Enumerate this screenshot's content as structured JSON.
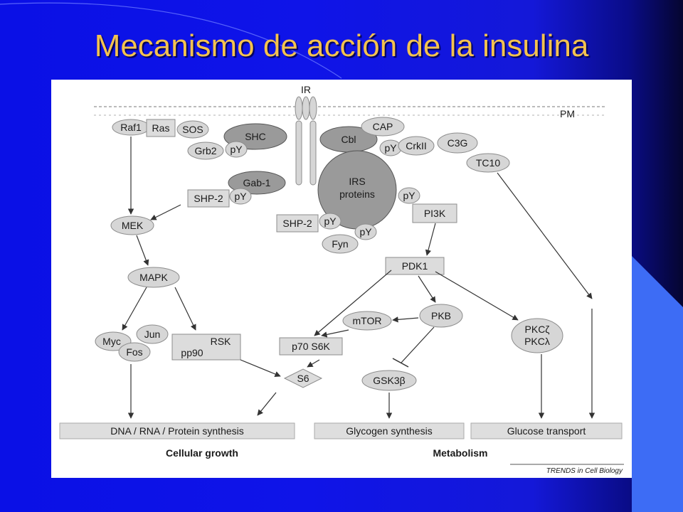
{
  "slide": {
    "title": "Mecanismo de acción de la insulina"
  },
  "diagram": {
    "nodes": {
      "ir": "IR",
      "pm": "PM",
      "raf1": "Raf1",
      "ras": "Ras",
      "sos": "SOS",
      "shc": "SHC",
      "grb2": "Grb2",
      "py_shc": "pY",
      "cbl": "Cbl",
      "cap": "CAP",
      "py_cbl": "pY",
      "crkii": "CrkII",
      "c3g": "C3G",
      "tc10": "TC10",
      "gab1": "Gab-1",
      "shp2_left": "SHP-2",
      "py_gab": "pY",
      "irs_line1": "IRS",
      "irs_line2": "proteins",
      "py_irs_right": "pY",
      "pi3k": "PI3K",
      "shp2_center": "SHP-2",
      "py_shp2": "pY",
      "py_fyn": "pY",
      "fyn": "Fyn",
      "mek": "MEK",
      "mapk": "MAPK",
      "pdk1": "PDK1",
      "myc": "Myc",
      "jun": "Jun",
      "fos": "Fos",
      "rsk": "RSK",
      "pp90": "pp90",
      "mtor": "mTOR",
      "pkb": "PKB",
      "p70s6k": "p70 S6K",
      "pkc_zeta": "PKCζ",
      "pkc_lambda": "PKCλ",
      "s6": "S6",
      "gsk3b": "GSK3β"
    },
    "outcomes": {
      "dna": "DNA / RNA / Protein synthesis",
      "glycogen": "Glycogen synthesis",
      "glucose": "Glucose transport"
    },
    "categories": {
      "growth": "Cellular growth",
      "metabolism": "Metabolism"
    },
    "credit": "TRENDS in Cell Biology"
  }
}
